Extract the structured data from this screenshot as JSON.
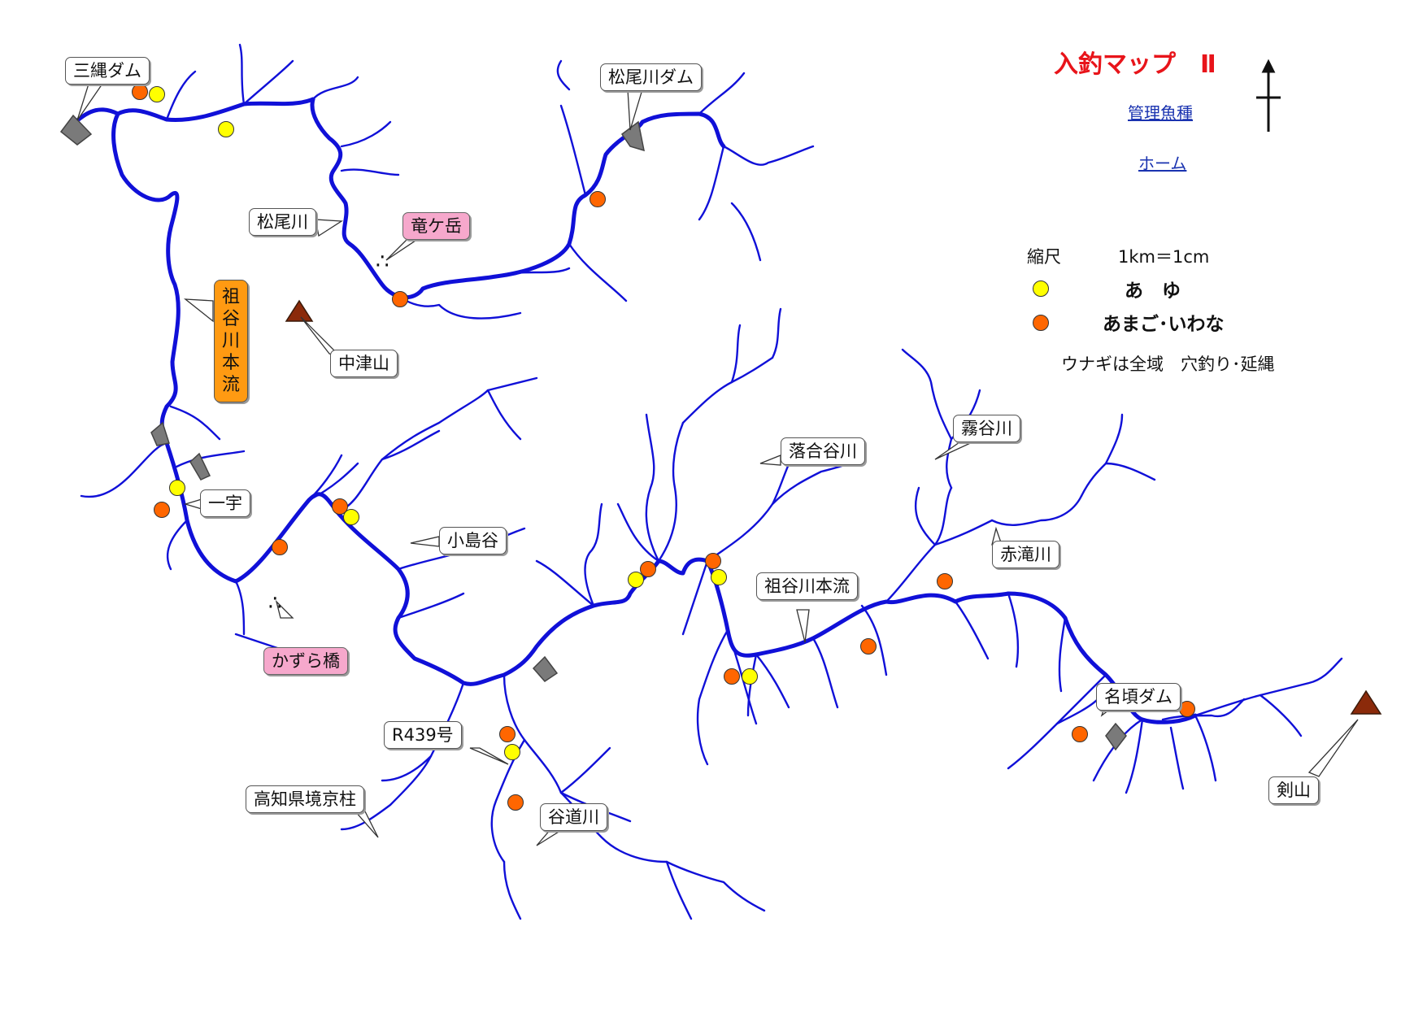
{
  "header": {
    "title": "入釣マップ　Ⅱ",
    "links": {
      "species": "管理魚種",
      "home": "ホーム"
    }
  },
  "legend": {
    "scale_label": "縮尺",
    "scale_value": "1km＝1cm",
    "ayu": "あ　ゆ",
    "amago": "あまご･いわな",
    "note": "ウナギは全域　穴釣り･延縄",
    "colors": {
      "ayu": "#ffff00",
      "amago": "#ff6600"
    }
  },
  "colors": {
    "river": "#1010d8",
    "dam": "#7a7a7a",
    "mountain": "#8b2a0a",
    "callout_pink": "#f6a8cc",
    "callout_orange": "#ff9a12"
  },
  "labels": {
    "minawa_dam": "三縄ダム",
    "matsuogawa_dam": "松尾川ダム",
    "matsuogawa": "松尾川",
    "ryugatake": "竜ケ岳",
    "iyagawa_main": "祖谷川本流",
    "nakatsuyama": "中津山",
    "ichiu": "一宇",
    "kojimadani": "小島谷",
    "kazurabashi": "かずら橋",
    "ochiaidanigawa": "落合谷川",
    "kiridanigawa": "霧谷川",
    "akatakigawa": "赤滝川",
    "iyagawa_main2": "祖谷川本流",
    "r439": "R439号",
    "kochi_border": "高知県境京柱",
    "tanimichigawa": "谷道川",
    "nagoro_dam": "名頃ダム",
    "tsurugisan": "剣山"
  },
  "vertical_label_chars": [
    "祖",
    "谷",
    "川",
    "本",
    "流"
  ],
  "ruins_symbol": "∴",
  "north_arrow": "north-arrow-icon"
}
